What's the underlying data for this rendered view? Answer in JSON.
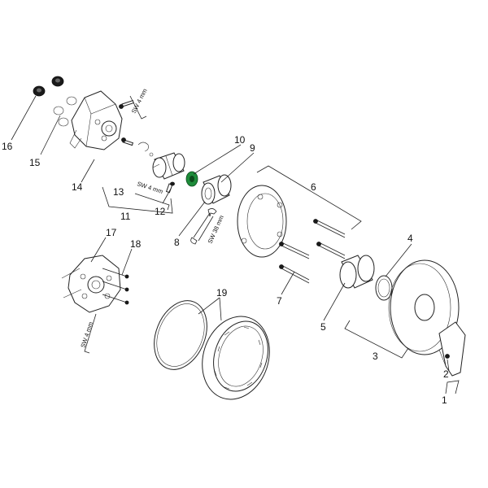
{
  "diagram": {
    "callouts": [
      {
        "id": "c1",
        "label": "1"
      },
      {
        "id": "c2",
        "label": "2"
      },
      {
        "id": "c3",
        "label": "3"
      },
      {
        "id": "c4",
        "label": "4"
      },
      {
        "id": "c5",
        "label": "5"
      },
      {
        "id": "c6",
        "label": "6"
      },
      {
        "id": "c7",
        "label": "7"
      },
      {
        "id": "c8",
        "label": "8"
      },
      {
        "id": "c9",
        "label": "9"
      },
      {
        "id": "c10",
        "label": "10"
      },
      {
        "id": "c11",
        "label": "11"
      },
      {
        "id": "c12",
        "label": "12"
      },
      {
        "id": "c13",
        "label": "13"
      },
      {
        "id": "c14",
        "label": "14"
      },
      {
        "id": "c15",
        "label": "15"
      },
      {
        "id": "c16",
        "label": "16"
      },
      {
        "id": "c17",
        "label": "17"
      },
      {
        "id": "c18",
        "label": "18"
      },
      {
        "id": "c19",
        "label": "19"
      }
    ],
    "tool_labels": {
      "hex_key_top": "SW 4 mm",
      "hex_key_mid": "SW 4 mm",
      "hex_key_left": "SW 4 mm",
      "wrench": "SW 38 mm"
    },
    "colors": {
      "accent_green": "#1e8c3a",
      "line": "#222222"
    }
  }
}
